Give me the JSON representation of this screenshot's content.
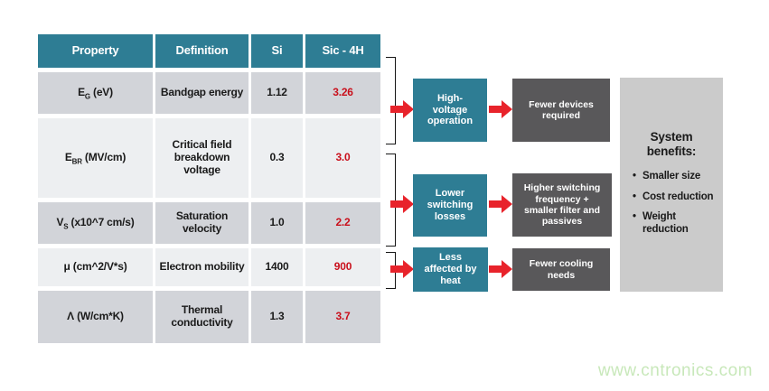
{
  "table": {
    "headers": [
      "Property",
      "Definition",
      "Si",
      "Sic - 4H"
    ],
    "rows": [
      {
        "prop_base": "E",
        "prop_sub": "G",
        "prop_rest": " (eV)",
        "definition": "Bandgap energy",
        "si": "1.12",
        "sic": "3.26"
      },
      {
        "prop_base": "E",
        "prop_sub": "BR",
        "prop_rest": " (MV/cm)",
        "definition": "Critical field breakdown voltage",
        "si": "0.3",
        "sic": "3.0"
      },
      {
        "prop_base": "V",
        "prop_sub": "S",
        "prop_rest": " (x10^7 cm/s)",
        "definition": "Saturation velocity",
        "si": "1.0",
        "sic": "2.2"
      },
      {
        "prop_base": "μ",
        "prop_sub": "",
        "prop_rest": " (cm^2/V*s)",
        "definition": "Electron mobility",
        "si": "1400",
        "sic": "900"
      },
      {
        "prop_base": "Λ",
        "prop_sub": "",
        "prop_rest": " (W/cm*K)",
        "definition": "Thermal conductivity",
        "si": "1.3",
        "sic": "3.7"
      }
    ]
  },
  "flows": [
    {
      "cause": "High-voltage operation",
      "effect": "Fewer devices required"
    },
    {
      "cause": "Lower switching losses",
      "effect": "Higher switching frequency + smaller filter and passives"
    },
    {
      "cause": "Less affected by heat",
      "effect": "Fewer cooling needs"
    }
  ],
  "benefits": {
    "title": "System benefits:",
    "bullet": "•",
    "items": [
      "Smaller size",
      "Cost reduction",
      "Weight reduction"
    ]
  },
  "watermark": "www.cntronics.com",
  "colors": {
    "header_teal": "#2E7D94",
    "dark_gray_box": "#59585A",
    "panel_gray": "#CBCBCB",
    "row_gray": "#D2D4D9",
    "row_light": "#EDEFF1",
    "arrow_red": "#E8232B",
    "value_red": "#C9101C",
    "watermark_green": "#C8E8BA"
  }
}
